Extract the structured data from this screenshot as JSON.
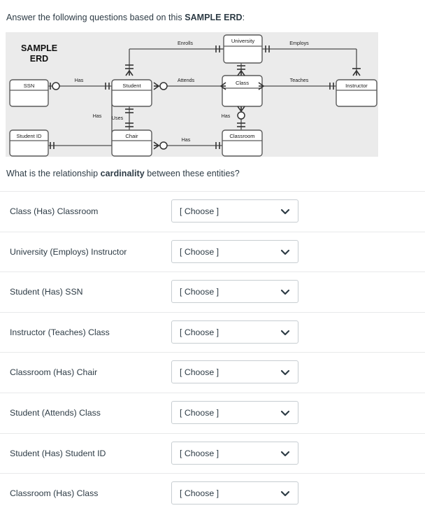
{
  "intro": {
    "text_before": "Answer the following questions based on this ",
    "emphasis": "SAMPLE ERD",
    "text_after": ":"
  },
  "erd": {
    "title_line1": "SAMPLE",
    "title_line2": "ERD",
    "panel_background": "#ebebeb",
    "entities": [
      {
        "name": "SSN"
      },
      {
        "name": "Student ID"
      },
      {
        "name": "Student"
      },
      {
        "name": "Chair"
      },
      {
        "name": "University"
      },
      {
        "name": "Class"
      },
      {
        "name": "Classroom"
      },
      {
        "name": "Instructor"
      }
    ],
    "relationship_labels": [
      {
        "label": "Has"
      },
      {
        "label": "Has"
      },
      {
        "label": "Uses"
      },
      {
        "label": "Enrolls"
      },
      {
        "label": "Attends"
      },
      {
        "label": "Has"
      },
      {
        "label": "Employs"
      },
      {
        "label": "Teaches"
      },
      {
        "label": "Has"
      }
    ]
  },
  "cardinality_question": {
    "text_before": "What is the relationship ",
    "emphasis": "cardinality",
    "text_after": " between these entities?"
  },
  "rows": [
    {
      "label": "Class (Has) Classroom",
      "value": "[ Choose ]"
    },
    {
      "label": "University (Employs) Instructor",
      "value": "[ Choose ]"
    },
    {
      "label": "Student (Has) SSN",
      "value": "[ Choose ]"
    },
    {
      "label": "Instructor (Teaches) Class",
      "value": "[ Choose ]"
    },
    {
      "label": "Classroom (Has) Chair",
      "value": "[ Choose ]"
    },
    {
      "label": "Student (Attends) Class",
      "value": "[ Choose ]"
    },
    {
      "label": "Student (Has) Student ID",
      "value": "[ Choose ]"
    },
    {
      "label": "Classroom (Has) Class",
      "value": "[ Choose ]"
    }
  ]
}
